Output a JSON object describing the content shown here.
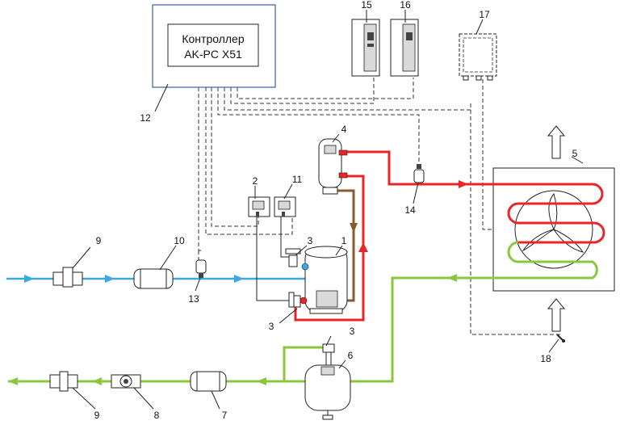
{
  "controller": {
    "line1": "Контроллер",
    "line2": "AK-PC X51"
  },
  "colors": {
    "discharge": "#e8262a",
    "liquid": "#8cc63f",
    "suction": "#3aa9df",
    "oil": "#8b5a2b",
    "signal": "#333333"
  },
  "labels": {
    "n1": "1",
    "n2": "2",
    "n3a": "3",
    "n3b": "3",
    "n3c": "3",
    "n4": "4",
    "n5": "5",
    "n6": "6",
    "n7": "7",
    "n8": "8",
    "n9a": "9",
    "n9b": "9",
    "n10": "10",
    "n11": "11",
    "n12": "12",
    "n13": "13",
    "n14": "14",
    "n15": "15",
    "n16": "16",
    "n17": "17",
    "n18": "18"
  }
}
